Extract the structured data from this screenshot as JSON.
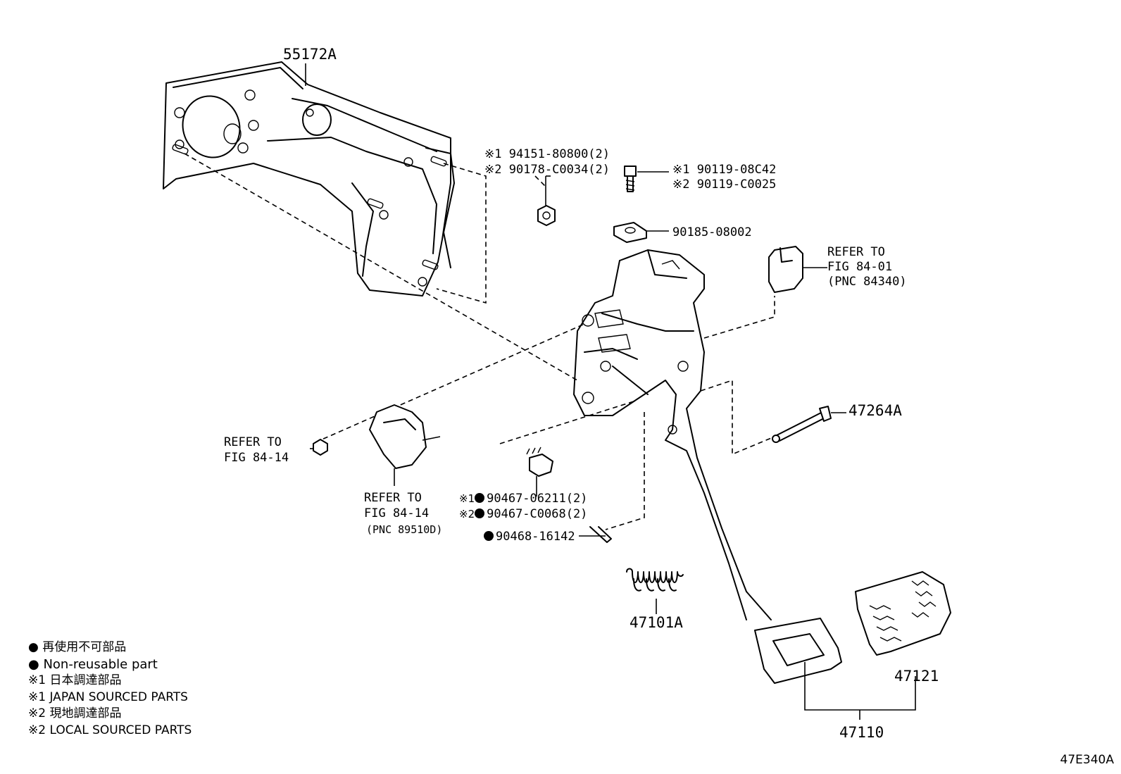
{
  "figure_id": "47E340A",
  "labels": {
    "bracket": "55172A",
    "bolt_1": "※1 94151-80800(2)",
    "bolt_2": "※2 90178-C0034(2)",
    "screw_1": "※1 90119-08C42",
    "screw_2": "※2 90119-C0025",
    "nut": "90185-08002",
    "refer_switch_1": "REFER TO",
    "refer_switch_2": "FIG 84-01",
    "refer_switch_3": "(PNC 84340)",
    "pin": "47264A",
    "refer_left_1": "REFER TO",
    "refer_left_2": "FIG 84-14",
    "refer_sensor_1": "REFER TO",
    "refer_sensor_2": "FIG 84-14",
    "refer_sensor_3": "(PNC 89510D)",
    "clip_1_mark": "※1",
    "clip_1": "90467-06211(2)",
    "clip_2_mark": "※2",
    "clip_2": "90467-C0068(2)",
    "pin_clip": "90468-16142",
    "spring": "47101A",
    "pad": "47121",
    "pedal": "47110"
  },
  "legend": [
    {
      "bullet": "●",
      "text": "再使用不可部品"
    },
    {
      "bullet": "●",
      "text": "Non-reusable part"
    },
    {
      "bullet": "※1",
      "text": "日本調達部品"
    },
    {
      "bullet": "※1",
      "text": "JAPAN SOURCED PARTS"
    },
    {
      "bullet": "※2",
      "text": "現地調達部品"
    },
    {
      "bullet": "※2",
      "text": "LOCAL SOURCED PARTS"
    }
  ]
}
